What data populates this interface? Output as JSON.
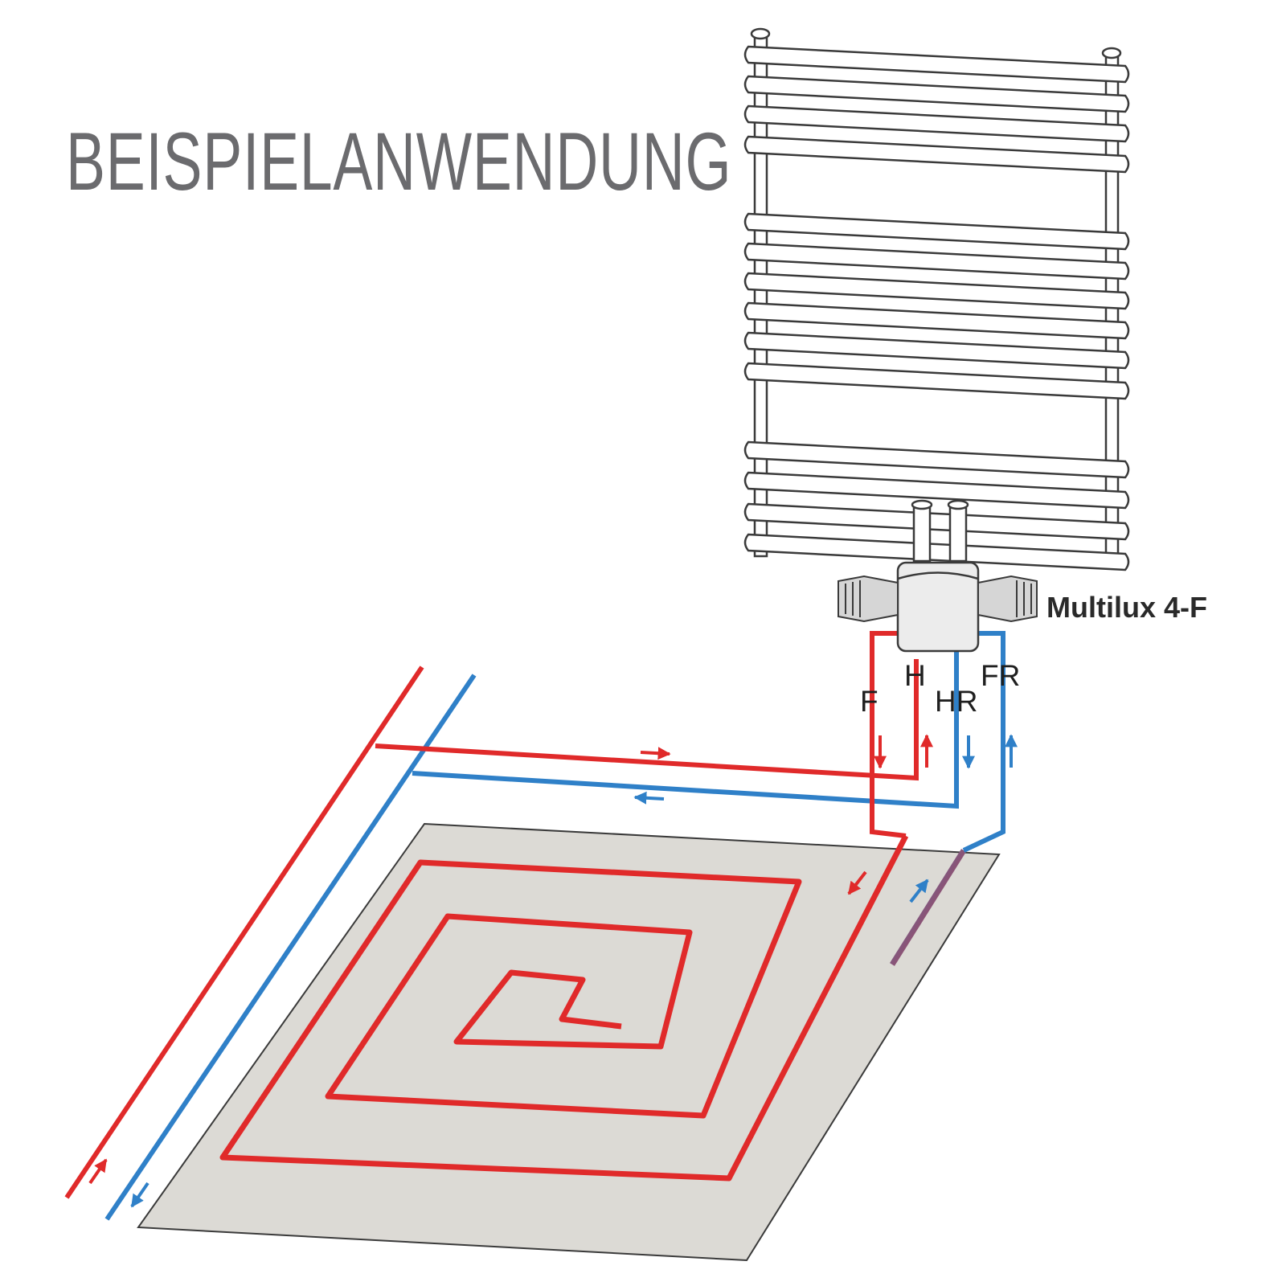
{
  "heading": "BEISPIELANWENDUNG",
  "product_label": "Multilux 4-F",
  "connections": {
    "f": "F",
    "h": "H",
    "hr": "HR",
    "fr": "FR"
  },
  "colors": {
    "supply": "#e02a2a",
    "return": "#2f80c8",
    "floor": "#dcdad5",
    "outline": "#3a3a3a",
    "heading": "#6b6b6e"
  },
  "icons": [
    "towel-radiator-icon",
    "valve-body-icon",
    "thermostat-head-icon",
    "flow-arrow-icon",
    "floor-heating-loop-icon"
  ]
}
